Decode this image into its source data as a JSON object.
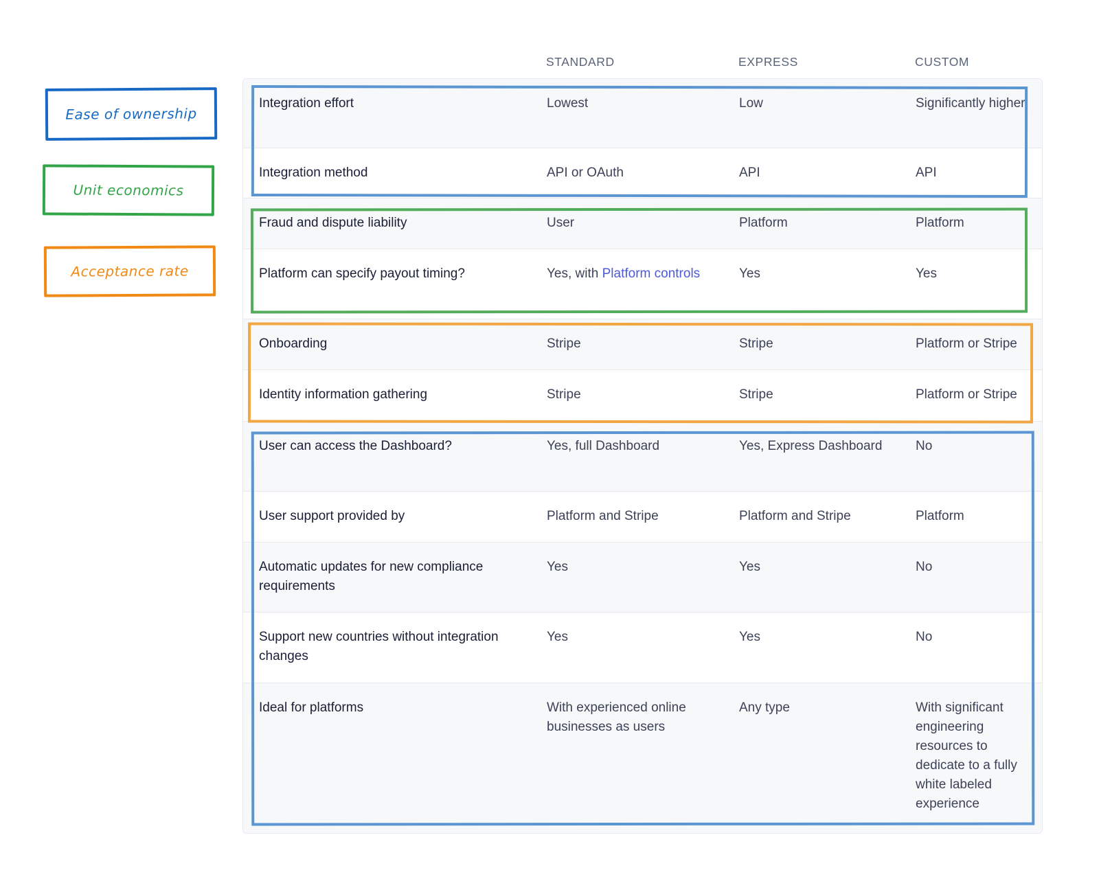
{
  "legend": {
    "ease_of_ownership": "Ease of ownership",
    "unit_economics": "Unit economics",
    "acceptance_rate": "Acceptance rate"
  },
  "columns": {
    "standard": "STANDARD",
    "express": "EXPRESS",
    "custom": "CUSTOM"
  },
  "rows": [
    {
      "label": "Integration effort",
      "standard": "Lowest",
      "express": "Low",
      "custom": "Significantly higher"
    },
    {
      "label": "Integration method",
      "standard": "API or OAuth",
      "express": "API",
      "custom": "API"
    },
    {
      "label": "Fraud and dispute liability",
      "standard": "User",
      "express": "Platform",
      "custom": "Platform"
    },
    {
      "label": "Platform can specify payout timing?",
      "standard_prefix": "Yes, with ",
      "standard_link": "Platform controls",
      "express": "Yes",
      "custom": "Yes"
    },
    {
      "label": "Onboarding",
      "standard": "Stripe",
      "express": "Stripe",
      "custom": "Platform or Stripe"
    },
    {
      "label": "Identity information gathering",
      "standard": "Stripe",
      "express": "Stripe",
      "custom": "Platform or Stripe"
    },
    {
      "label": "User can access the Dashboard?",
      "standard": "Yes, full Dashboard",
      "express": "Yes, Express Dashboard",
      "custom": "No"
    },
    {
      "label": "User support provided by",
      "standard": "Platform and Stripe",
      "express": "Platform and Stripe",
      "custom": "Platform"
    },
    {
      "label": "Automatic updates for new compliance requirements",
      "standard": "Yes",
      "express": "Yes",
      "custom": "No"
    },
    {
      "label": "Support new countries without integration changes",
      "standard": "Yes",
      "express": "Yes",
      "custom": "No"
    },
    {
      "label": "Ideal for platforms",
      "standard": "With experienced online businesses as users",
      "express": "Any type",
      "custom": "With significant engineering resources to dedicate to a fully white labeled experience"
    }
  ],
  "colors": {
    "ease_of_ownership": "#1769c4",
    "unit_economics": "#32a548",
    "acceptance_rate": "#f08a15",
    "link": "#4c59d9"
  }
}
